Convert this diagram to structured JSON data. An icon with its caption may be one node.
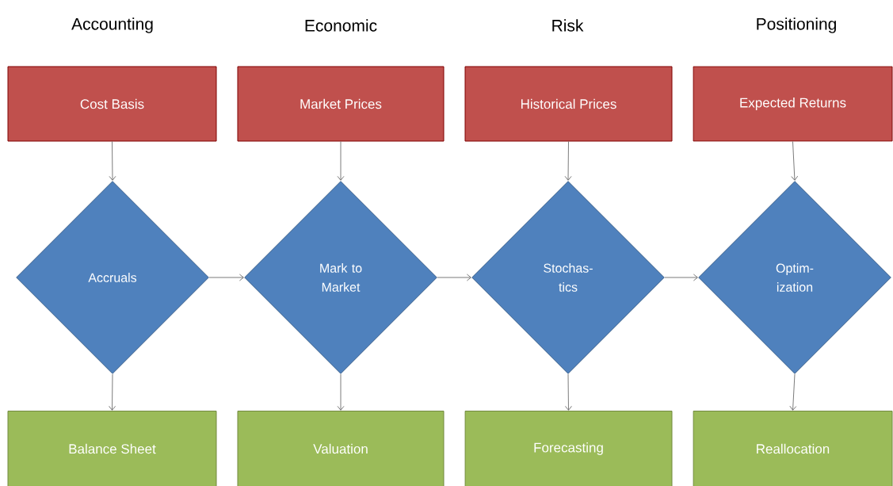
{
  "diagram": {
    "nodes": [
      {
        "text": [
          "Cost Basis"
        ]
      },
      {
        "text": [
          "Market Prices"
        ]
      },
      {
        "text": [
          "Historical Prices"
        ]
      },
      {
        "text": [
          "Expected Returns"
        ]
      },
      {
        "text": [
          "Accruals"
        ]
      },
      {
        "text": [
          "Mark to Market"
        ]
      },
      {
        "text": [
          "Stochas- tics"
        ]
      },
      {
        "text": [
          "Optim- ization"
        ]
      },
      {
        "text": [
          "Balance Sheet"
        ]
      },
      {
        "text": [
          "Valuation"
        ]
      },
      {
        "text": [
          "Forecasting"
        ]
      },
      {
        "text": [
          "Reallocation"
        ]
      }
    ],
    "edges": [
      {
        "from": 0,
        "to": 4,
        "arrow": "to"
      },
      {
        "from": 1,
        "to": 5,
        "arrow": "to"
      },
      {
        "from": 2,
        "to": 6,
        "arrow": "to"
      },
      {
        "from": 3,
        "to": 7,
        "arrow": "to"
      },
      {
        "from": 4,
        "to": 8,
        "arrow": "to"
      },
      {
        "from": 5,
        "to": 9,
        "arrow": "to"
      },
      {
        "from": 6,
        "to": 10,
        "arrow": "to"
      },
      {
        "from": 7,
        "to": 11,
        "arrow": "to"
      },
      {
        "from": 4,
        "to": 5,
        "arrow": "to"
      },
      {
        "from": 5,
        "to": 6,
        "arrow": "to"
      },
      {
        "from": 6,
        "to": 7,
        "arrow": "to"
      }
    ],
    "labels": [
      "Accounting",
      "Economic",
      "Risk",
      "Positioning"
    ]
  }
}
